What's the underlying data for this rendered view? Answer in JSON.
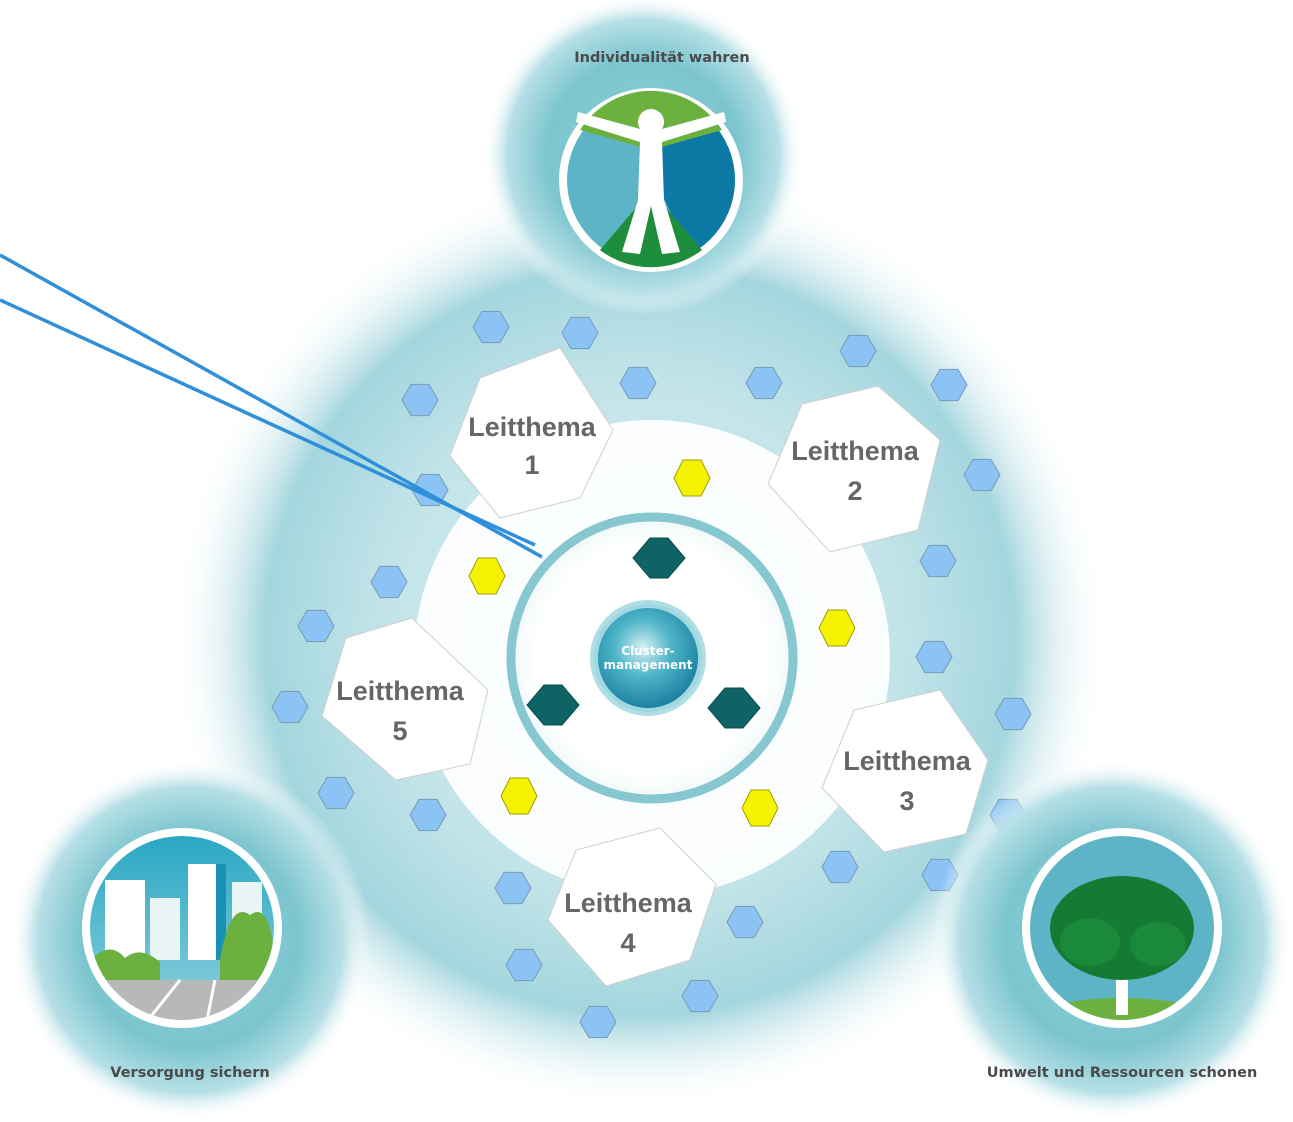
{
  "pillars": {
    "top": {
      "title": "Individualität wahren",
      "icon": "person-figure-icon"
    },
    "bottom_left": {
      "title": "Versorgung sichern",
      "icon": "city-buildings-icon"
    },
    "bottom_right": {
      "title": "Umwelt und Ressourcen schonen",
      "icon": "tree-icon"
    }
  },
  "center": {
    "line1": "Cluster-",
    "line2": "management"
  },
  "themes": [
    {
      "word": "Leitthema",
      "number": "1"
    },
    {
      "word": "Leitthema",
      "number": "2"
    },
    {
      "word": "Leitthema",
      "number": "3"
    },
    {
      "word": "Leitthema",
      "number": "4"
    },
    {
      "word": "Leitthema",
      "number": "5"
    }
  ],
  "colors": {
    "teal_glow": "#5fb8c4",
    "small_hex": "#8cc3f5",
    "yellow_hex": "#f7f200",
    "dark_hex": "#0e6464",
    "pointer_line": "#2f8fda",
    "ring": "#86c7d0"
  }
}
